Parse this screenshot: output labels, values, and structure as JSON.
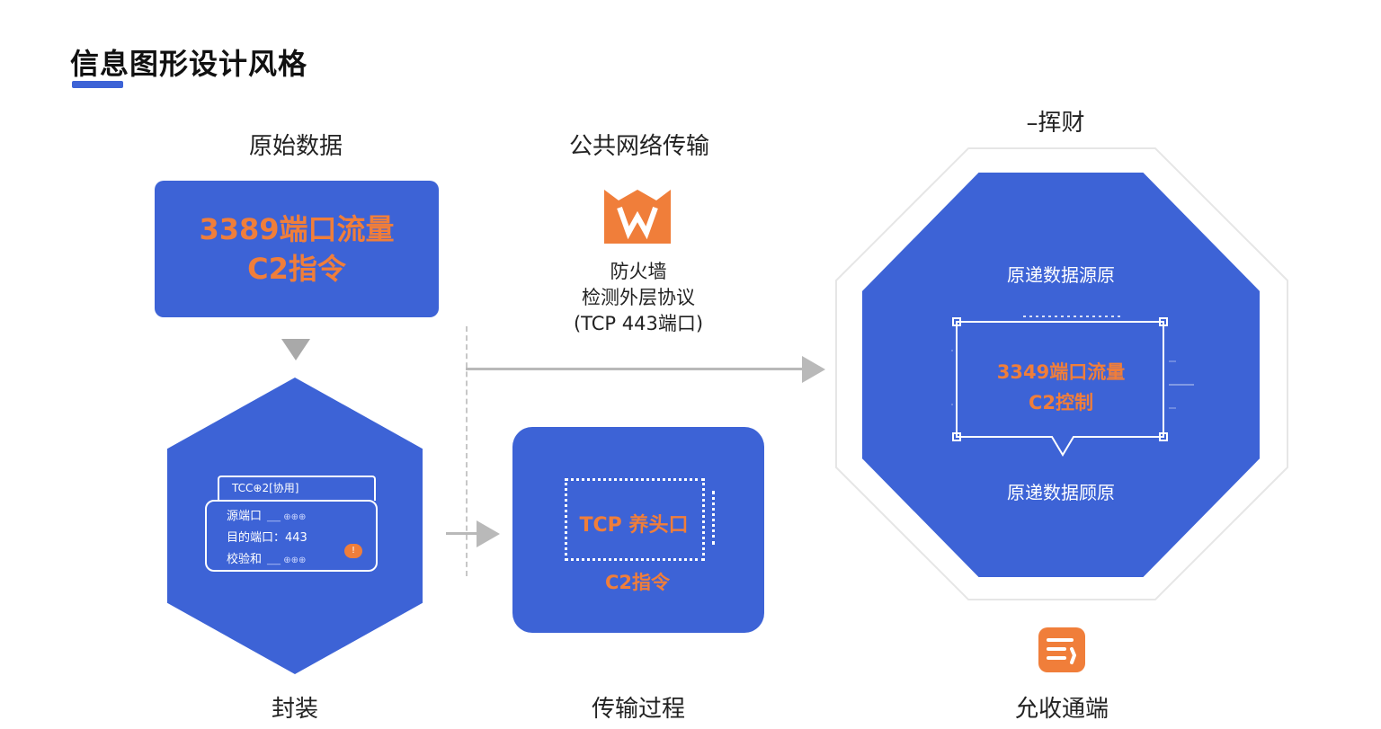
{
  "header": {
    "title": "信息图形设计风格"
  },
  "sections": {
    "raw_data": "原始数据",
    "public_network": "公共网络传输",
    "top_right": "–挥财",
    "encapsulation": "封装",
    "transmission": "传输过程",
    "receiver": "允收通端"
  },
  "raw_card": {
    "line1": "3389端口流量",
    "line2": "C2指令"
  },
  "packet": {
    "header": "TCC⊕2[协用]",
    "row1_label": "源端口",
    "row1_dash": "___ ⊕⊕⊕",
    "row2_label": "目的端口：",
    "row2_value": "443",
    "row3_label": "校验和",
    "row3_dash": "___ ⊕⊕⊕",
    "dot_mark": "!"
  },
  "firewall": {
    "icon": "firewall-w-icon",
    "line1": "防火墙",
    "line2": "检测外层协议",
    "line3": "(TCP 443端口)"
  },
  "transmit_card": {
    "line1": "TCP 养头口",
    "line2": "C2指令"
  },
  "octagon": {
    "top_text": "原递数据源原",
    "line1": "3349端口流量",
    "line2": "C2控制",
    "bottom_text": "原递数据顾原"
  },
  "receiver_icon": "document-list-icon",
  "colors": {
    "brand_blue": "#3d63d6",
    "accent_orange": "#f07e3a",
    "arrow_gray": "#b9b9b9"
  }
}
